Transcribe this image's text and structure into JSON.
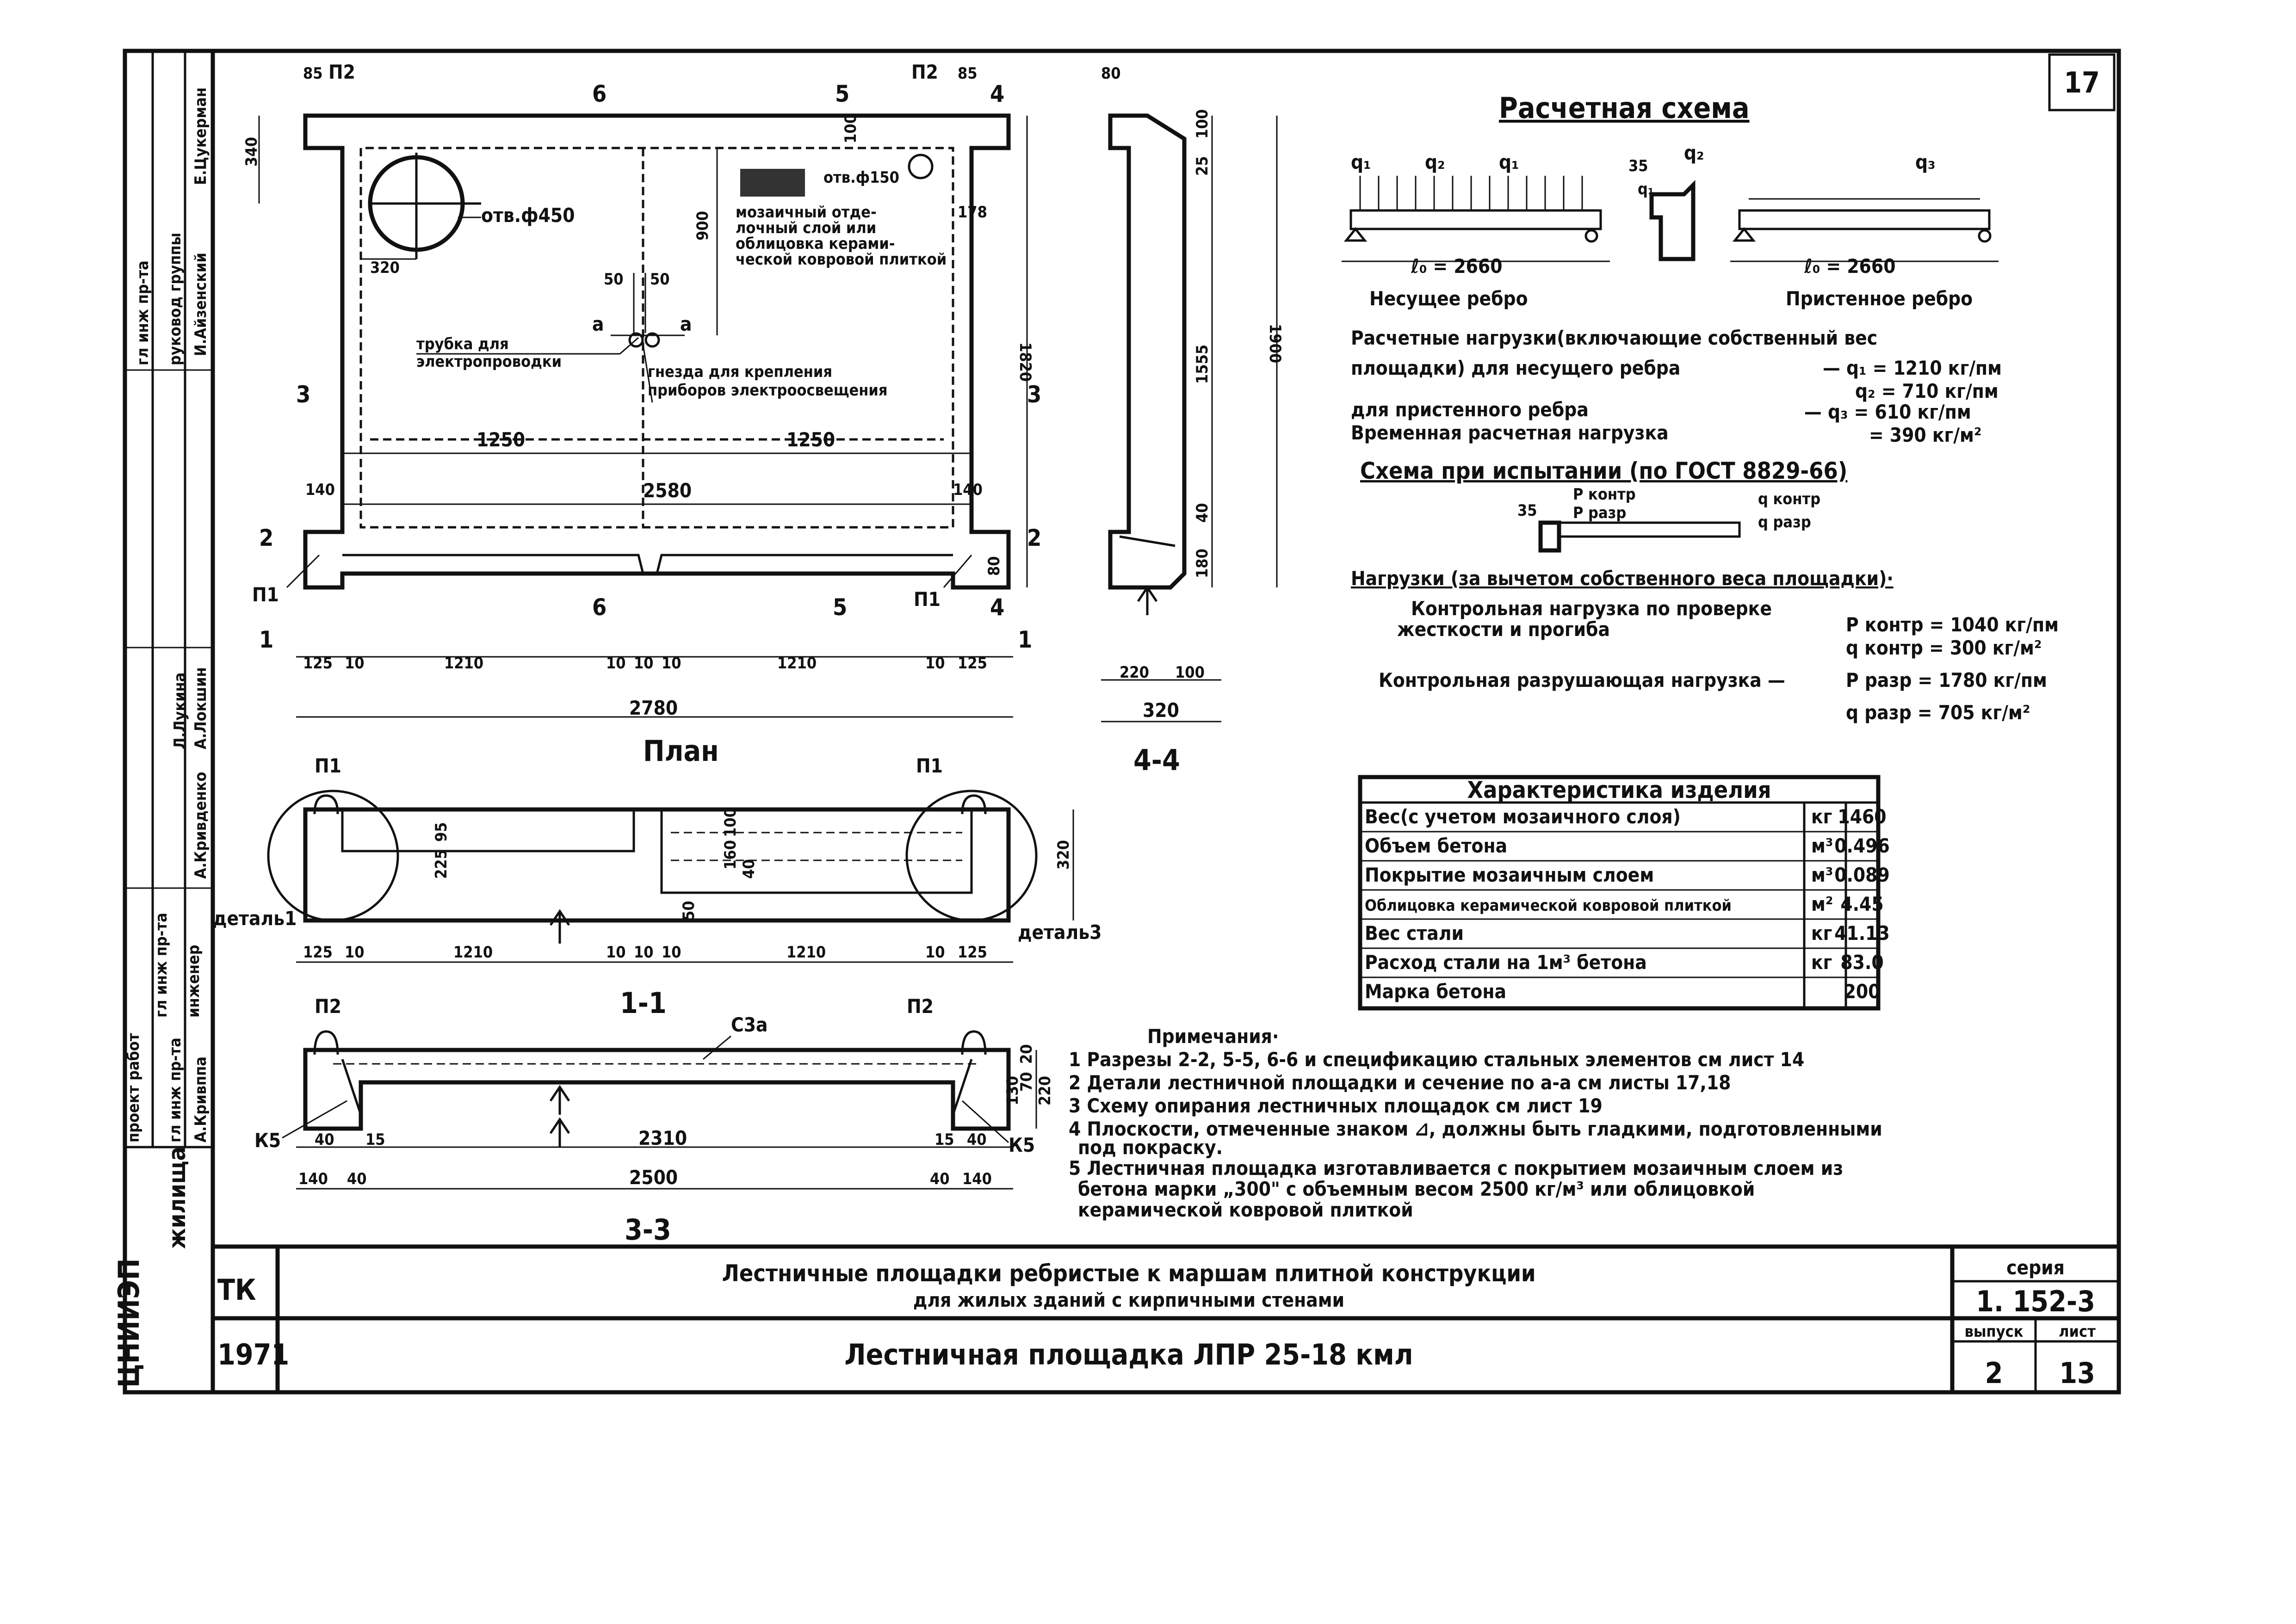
{
  "sheet_number": "17",
  "plan": {
    "title": "План",
    "labels": {
      "p1": "П1",
      "p2": "П2",
      "hole450": "отв.ф450",
      "hole150": "отв.ф150",
      "mosaic": "мозаичный отде-лочный слой или облицовка керами-ческой ковровой плиткой",
      "tube": "трубка для электропроводки",
      "sockets": "гнезда для крепления приборов электроосвещения",
      "a": "а"
    },
    "dims": {
      "d85a": "85",
      "d85b": "85",
      "d340": "340",
      "d320": "320",
      "d50a": "50",
      "d50b": "50",
      "d900": "900",
      "d178": "178",
      "d100": "100",
      "d1820": "1820",
      "d1900": "1900",
      "d1250a": "1250",
      "d1250b": "1250",
      "d2580": "2580",
      "d140a": "140",
      "d140b": "140",
      "d80": "80",
      "d125a": "125",
      "d10a": "10",
      "d1210a": "1210",
      "d10b": "10",
      "d10c": "10",
      "d10d": "10",
      "d1210b": "1210",
      "d10e": "10",
      "d125b": "125",
      "d2780": "2780"
    },
    "sections": {
      "s6": "6",
      "s5": "5",
      "s4": "4",
      "s3": "3",
      "s2": "2",
      "s1": "1"
    }
  },
  "section44": {
    "title": "4-4",
    "dims": {
      "d80": "80",
      "d100": "100",
      "d25": "25",
      "d1555": "1555",
      "d40": "40",
      "d180": "180",
      "d220": "220",
      "d100b": "100",
      "d320": "320"
    }
  },
  "section11": {
    "title": "1-1",
    "detail1": "деталь1",
    "detail3": "деталь3",
    "dims": {
      "d225": "225",
      "d95": "95",
      "d100": "100",
      "d160": "160",
      "d50": "50",
      "d40": "40",
      "d320": "320",
      "d125a": "125",
      "d10a": "10",
      "d1210a": "1210",
      "d10b": "10",
      "d10c": "10",
      "d10d": "10",
      "d1210b": "1210",
      "d10e": "10",
      "d125b": "125"
    }
  },
  "section33": {
    "title": "3-3",
    "labels": {
      "k5a": "К5",
      "k5b": "К5",
      "c3a": "С3а"
    },
    "dims": {
      "d20": "20",
      "d130": "130",
      "d70": "70",
      "d220": "220",
      "d40a": "40",
      "d15a": "15",
      "d2310": "2310",
      "d15b": "15",
      "d40b": "40",
      "d140a": "140",
      "d40c": "40",
      "d2500": "2500",
      "d40d": "40",
      "d140b": "140"
    }
  },
  "calc": {
    "title": "Расчетная схема",
    "q1": "q₁",
    "q2": "q₂",
    "q3": "q₃",
    "d35": "35",
    "l0a": "ℓ₀ = 2660",
    "l0b": "ℓ₀ = 2660",
    "rib_bearing": "Несущее ребро",
    "rib_wall": "Пристенное ребро",
    "loads_line1": "Расчетные нагрузки(включающие собственный вес",
    "loads_line2": "площадки) для несущего ребра",
    "q1_val": "— q₁ = 1210 кг/пм",
    "q2_val": "q₂ = 710 кг/пм",
    "wall_rib": "для пристенного ребра",
    "q3_val": "— q₃ = 610 кг/пм",
    "temp_load": "Временная расчетная нагрузка",
    "temp_val": "= 390 кг/м²",
    "test_title": "Схема при испытании (по ГОСТ 8829-66)",
    "test_d35": "35",
    "p_contr": "Р контр",
    "p_razr": "Р разр",
    "q_contr": "q контр",
    "q_razr": "q разр",
    "loads2": "Нагрузки (за вычетом собственного веса площадки)·",
    "control1": "Контрольная нагрузка по проверке",
    "control2": "жесткости и прогиба",
    "pk": "Р контр = 1040 кг/пм",
    "qk": "q контр = 300 кг/м²",
    "destr": "Контрольная разрушающая нагрузка —",
    "pr": "Р разр = 1780 кг/пм",
    "qr": "q разр = 705 кг/м²"
  },
  "table": {
    "title": "Характеристика изделия",
    "rows": [
      {
        "name": "Вес(с учетом мозаичного слоя)",
        "unit": "кг",
        "value": "1460"
      },
      {
        "name": "Объем бетона",
        "unit": "м³",
        "value": "0.496"
      },
      {
        "name": "Покрытие мозаичным слоем",
        "unit": "м³",
        "value": "0.089"
      },
      {
        "name": "Облицовка керамической ковровой плиткой",
        "unit": "м²",
        "value": "4.45"
      },
      {
        "name": "Вес стали",
        "unit": "кг",
        "value": "41.13"
      },
      {
        "name": "Расход стали на 1м³ бетона",
        "unit": "кг",
        "value": "83.0"
      },
      {
        "name": "Марка бетона",
        "unit": "",
        "value": "200"
      }
    ]
  },
  "notes": {
    "title": "Примечания·",
    "items": [
      "1 Разрезы 2-2, 5-5, 6-6 и спецификацию стальных элементов см лист 14",
      "2 Детали лестничной площадки и сечение по а-а см листы 17,18",
      "3 Схему опирания лестничных площадок см лист 19",
      "4 Плоскости, отмеченные знаком ⊿, должны быть гладкими, подготовленными",
      "под покраску.",
      "5 Лестничная площадка изготавливается с покрытием мозаичным слоем из",
      "бетона марки „300\" с объемным весом 2500 кг/м³ или облицовкой",
      "керамической ковровой плиткой"
    ]
  },
  "stamp": {
    "org": "ЦНИИЭП",
    "dwelling": "жилища",
    "tk": "ТК",
    "year": "1971",
    "title1": "Лестничные площадки ребристые к маршам плитной конструкции",
    "title2": "для жилых зданий с кирпичными стенами",
    "title3": "Лестничная площадка ЛПР 25-18 кмл",
    "series_label": "серия",
    "series": "1. 152-3",
    "issue_label": "выпуск",
    "issue": "2",
    "sheet_label": "лист",
    "sheet": "13"
  },
  "side_stamp": {
    "names": [
      "Е.Цукерман",
      "И.Айзенский",
      "А.Локшин",
      "Л.Лукина",
      "А.Кривденко",
      "А.Кривппа"
    ],
    "roles": [
      "гл инж пр-та",
      "руковод группы",
      "проект работ",
      "гл инж пр-та",
      "гл инж пр-та",
      "инженер"
    ]
  }
}
